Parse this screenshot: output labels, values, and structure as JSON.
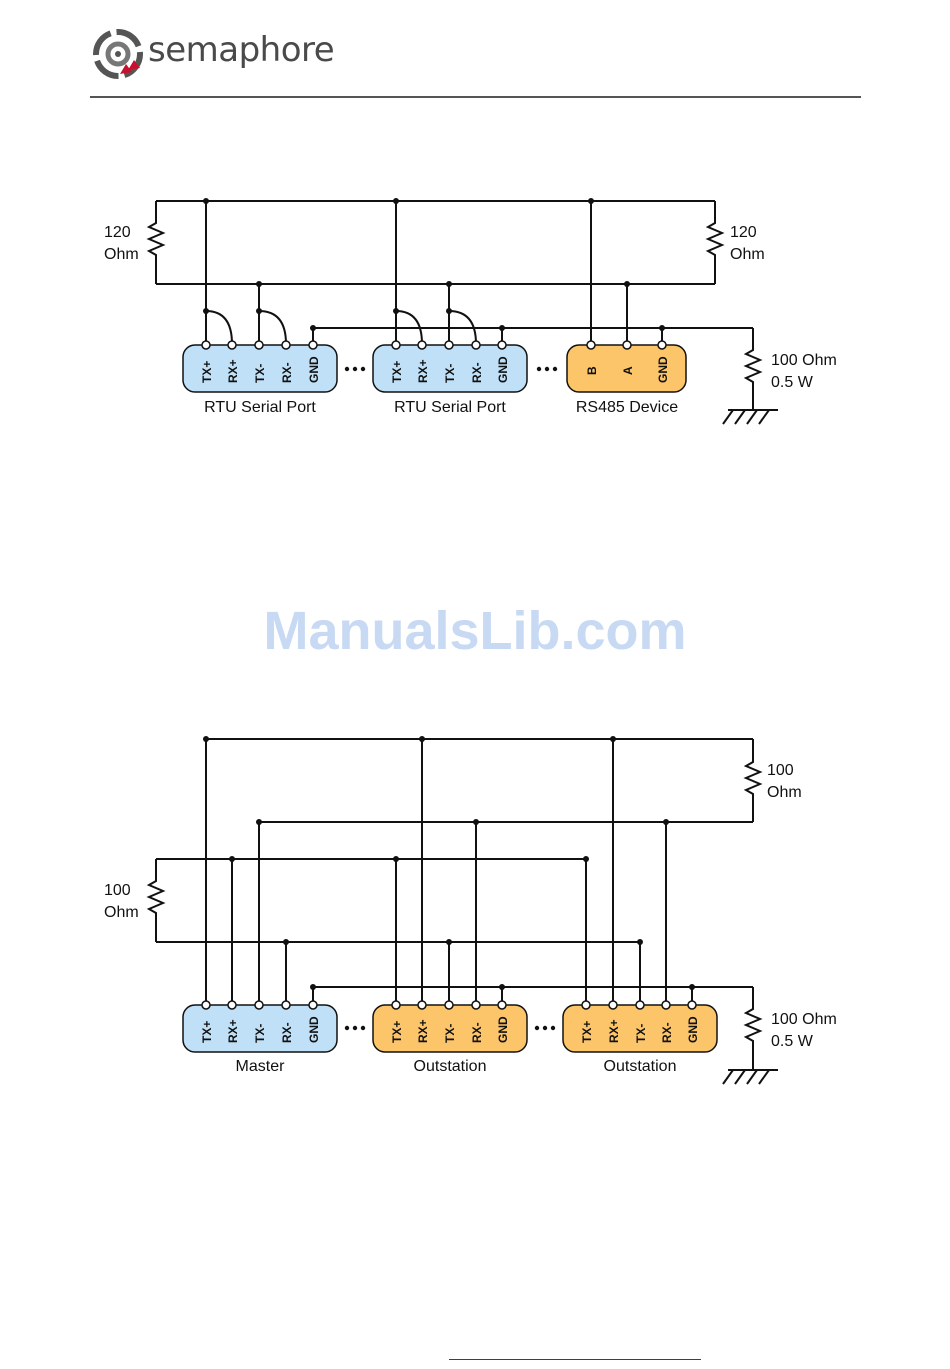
{
  "header": {
    "brand": "semaphore",
    "watermark": "ManualsLib.com"
  },
  "diagram1": {
    "left_resistor": {
      "value": "120",
      "unit": "Ohm"
    },
    "right_resistor": {
      "value": "120",
      "unit": "Ohm"
    },
    "ground_resistor": {
      "value": "100 Ohm",
      "power": "0.5 W"
    },
    "port1": {
      "label": "RTU Serial Port",
      "pins": [
        "TX+",
        "RX+",
        "TX-",
        "RX-",
        "GND"
      ]
    },
    "port2": {
      "label": "RTU Serial Port",
      "pins": [
        "TX+",
        "RX+",
        "TX-",
        "RX-",
        "GND"
      ]
    },
    "device": {
      "label": "RS485 Device",
      "pins": [
        "B",
        "A",
        "GND"
      ]
    }
  },
  "diagram2": {
    "right_resistor": {
      "value": "100",
      "unit": "Ohm"
    },
    "left_resistor": {
      "value": "100",
      "unit": "Ohm"
    },
    "ground_resistor": {
      "value": "100 Ohm",
      "power": "0.5 W"
    },
    "master": {
      "label": "Master",
      "pins": [
        "TX+",
        "RX+",
        "TX-",
        "RX-",
        "GND"
      ]
    },
    "outstation1": {
      "label": "Outstation",
      "pins": [
        "TX+",
        "RX+",
        "TX-",
        "RX-",
        "GND"
      ]
    },
    "outstation2": {
      "label": "Outstation",
      "pins": [
        "TX+",
        "RX+",
        "TX-",
        "RX-",
        "GND"
      ]
    }
  },
  "colors": {
    "blue_connector": "#bfe0f7",
    "orange_connector": "#fcc56a",
    "line": "#111111",
    "logo_red": "#c8102e",
    "logo_grey": "#555555"
  }
}
